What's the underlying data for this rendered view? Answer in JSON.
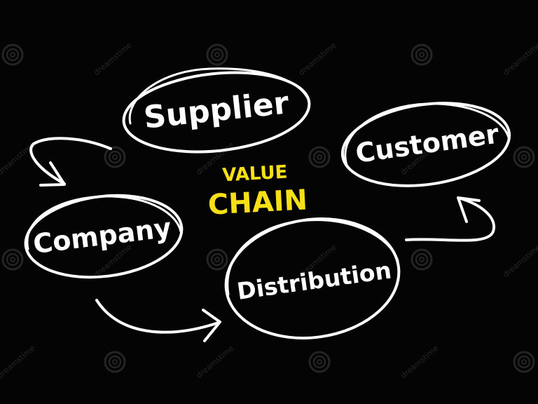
{
  "title": {
    "line1": "VALUE",
    "line2": "CHAIN"
  },
  "nodes": {
    "supplier": "Supplier",
    "customer": "Customer",
    "company": "Company",
    "distribution": "Distribution"
  },
  "watermark": {
    "text": "dreamstime"
  },
  "colors": {
    "background": "#040404",
    "chalk": "#ffffff",
    "title": "#f7e017"
  }
}
